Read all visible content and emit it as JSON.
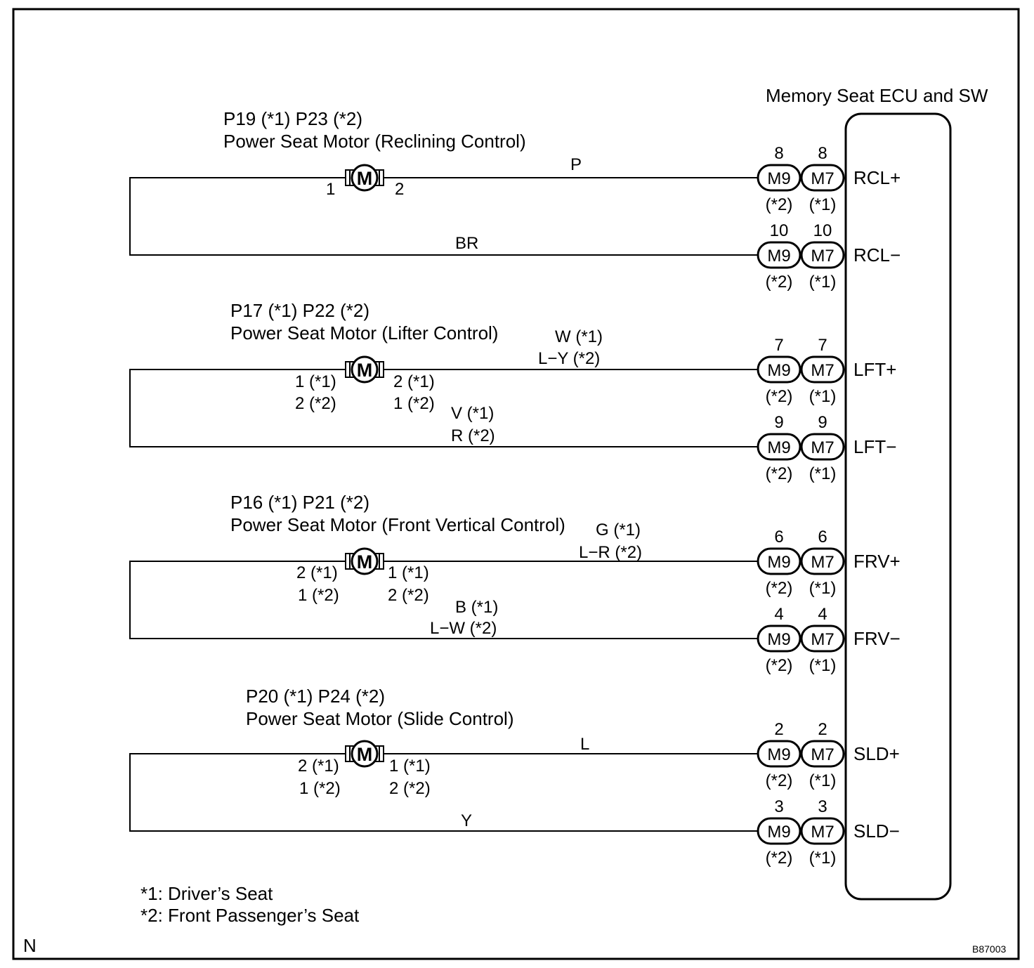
{
  "title": "Memory Seat ECU and SW",
  "figure_id": "B87003",
  "corner_mark": "N",
  "ecu_connectors": {
    "left": "M9",
    "right": "M7",
    "left_note": "(*2)",
    "right_note": "(*1)"
  },
  "legend": [
    "*1: Driver’s Seat",
    "*2: Front Passenger’s Seat"
  ],
  "motors": [
    {
      "id": "reclining",
      "codes": "P19 (*1) P23 (*2)",
      "name": "Power Seat Motor (Reclining Control)",
      "symbol": "M",
      "pin_left": [
        "1"
      ],
      "pin_right": [
        "2"
      ],
      "upper_wire": {
        "color": [
          "P"
        ],
        "terminal": "RCL+",
        "pin_m9": "8",
        "pin_m7": "8"
      },
      "lower_wire": {
        "color": [
          "BR"
        ],
        "terminal": "RCL−",
        "pin_m9": "10",
        "pin_m7": "10"
      }
    },
    {
      "id": "lifter",
      "codes": "P17 (*1) P22 (*2)",
      "name": "Power Seat Motor (Lifter Control)",
      "symbol": "M",
      "pin_left": [
        "1 (*1)",
        "2 (*2)"
      ],
      "pin_right": [
        "2 (*1)",
        "1 (*2)"
      ],
      "upper_wire": {
        "color": [
          "W (*1)",
          "L−Y (*2)"
        ],
        "terminal": "LFT+",
        "pin_m9": "7",
        "pin_m7": "7"
      },
      "lower_wire": {
        "color": [
          "V (*1)",
          "R (*2)"
        ],
        "terminal": "LFT−",
        "pin_m9": "9",
        "pin_m7": "9"
      }
    },
    {
      "id": "front-vertical",
      "codes": "P16 (*1) P21 (*2)",
      "name": "Power Seat Motor (Front Vertical Control)",
      "symbol": "M",
      "pin_left": [
        "2 (*1)",
        "1 (*2)"
      ],
      "pin_right": [
        "1 (*1)",
        "2 (*2)"
      ],
      "upper_wire": {
        "color": [
          "G (*1)",
          "L−R (*2)"
        ],
        "terminal": "FRV+",
        "pin_m9": "6",
        "pin_m7": "6"
      },
      "lower_wire": {
        "color": [
          "B (*1)",
          "L−W (*2)"
        ],
        "terminal": "FRV−",
        "pin_m9": "4",
        "pin_m7": "4"
      }
    },
    {
      "id": "slide",
      "codes": "P20 (*1) P24 (*2)",
      "name": "Power Seat Motor (Slide Control)",
      "symbol": "M",
      "pin_left": [
        "2 (*1)",
        "1 (*2)"
      ],
      "pin_right": [
        "1 (*1)",
        "2 (*2)"
      ],
      "upper_wire": {
        "color": [
          "L"
        ],
        "terminal": "SLD+",
        "pin_m9": "2",
        "pin_m7": "2"
      },
      "lower_wire": {
        "color": [
          "Y"
        ],
        "terminal": "SLD−",
        "pin_m9": "3",
        "pin_m7": "3"
      }
    }
  ]
}
